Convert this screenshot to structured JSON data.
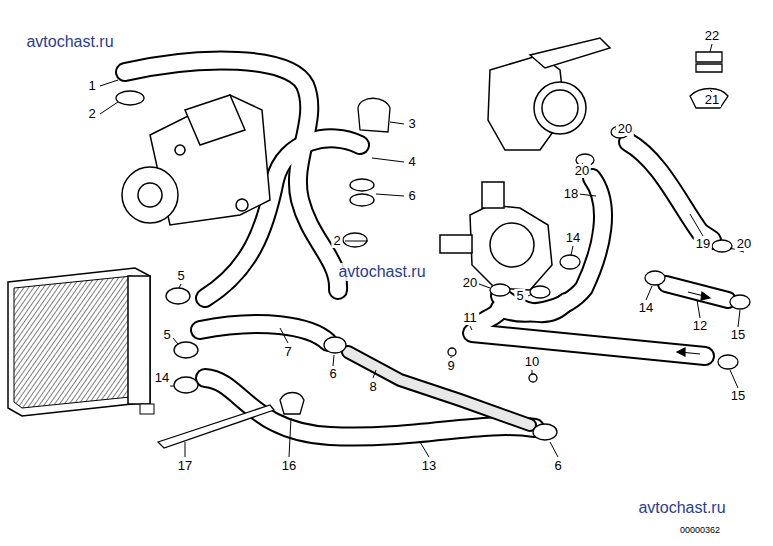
{
  "diagram": {
    "labels": [
      "avtochast.ru",
      "1",
      "2",
      "3",
      "4",
      "6",
      "2",
      "5",
      "5",
      "14",
      "7",
      "6",
      "8",
      "9",
      "10",
      "13",
      "16",
      "17",
      "6",
      "11",
      "20",
      "5",
      "14",
      "18",
      "20",
      "20",
      "19",
      "20",
      "22",
      "21",
      "14",
      "12",
      "15",
      "15",
      "avtochast.ru",
      "avtochast.ru",
      "00000362"
    ]
  }
}
